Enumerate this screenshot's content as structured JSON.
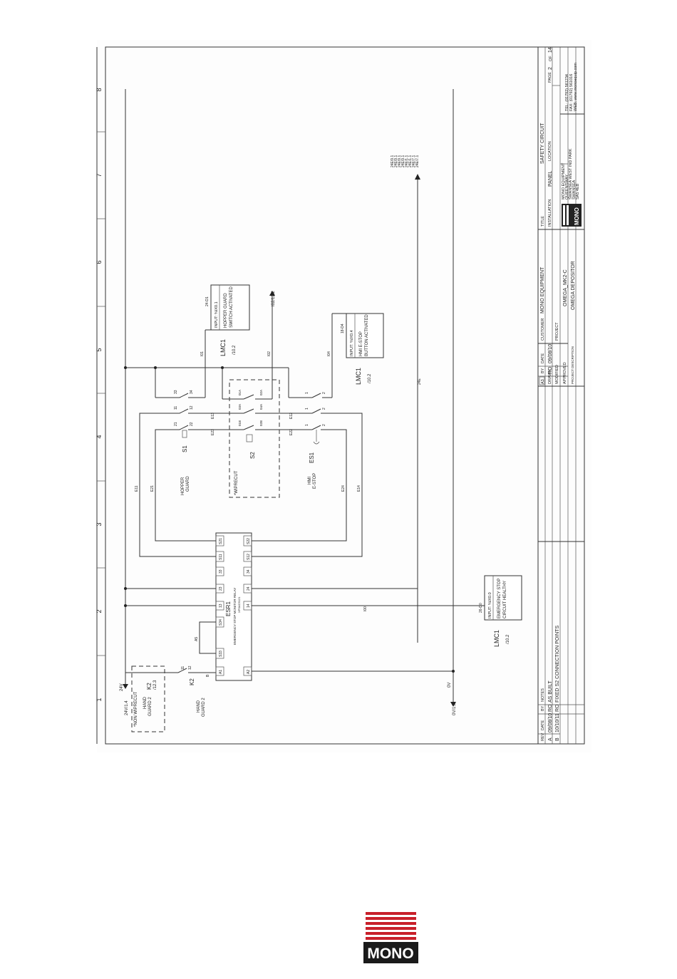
{
  "sheet": {
    "zone_numbers": [
      "1",
      "2",
      "3",
      "4",
      "5",
      "6",
      "7",
      "8"
    ],
    "title_block": {
      "hdr_rev": "REV",
      "hdr_date": "DATE",
      "hdr_by": "BY",
      "hdr_notes": "NOTES",
      "rows": [
        {
          "rev": "A",
          "date": "09/08/10",
          "by": "RO",
          "note": "AS BUILT"
        },
        {
          "rev": "B",
          "date": "10/10/11",
          "by": "RO",
          "note": "FIXED S2 CONNECTION POINTS"
        }
      ],
      "size_label": "A3",
      "lbl_by": "BY",
      "lbl_date": "DATE",
      "lbl_drawn": "DRAWN",
      "drawn_by": "RO",
      "drawn_date": "09/08/10",
      "lbl_modified": "MODIFIED",
      "lbl_approved": "APPROVED",
      "lbl_project_description": "PROJECT DESCRIPTION",
      "lbl_customer": "CUSTOMER",
      "customer": "MONO EQUIPMENT",
      "lbl_project": "PROJECT",
      "project": "OMEGA_MK2-C",
      "project_description": "OMEGA DEPOSITOR",
      "lbl_title": "TITLE",
      "title": "SAFETY CIRCUIT",
      "lbl_installation": "INSTALLATION",
      "installation": "PANEL",
      "lbl_location": "LOCATION",
      "lbl_page": "PAGE",
      "page": "2",
      "page_of": "OF",
      "page_total": "14",
      "address": [
        "MONO EQUIPMENT",
        "QUEENSWAY",
        "SWANSEA WEST IND PARK",
        "SWANSEA",
        "SA5 4EB"
      ],
      "tel": "TEL: (01792) 561234",
      "fax": "FAX: (01792) 561016",
      "web": "WEB: www.monoequip.com",
      "logo_text": "MONO"
    }
  },
  "schematic": {
    "ref_24v": "24V/1.4",
    "ref_0v": "0V/1.5",
    "lbl_24v": "24V",
    "lbl_0v": "0V",
    "hand_guard_box": {
      "title": "*NON WIPRECUT",
      "line1": "HAND",
      "line2": "GUARD 2"
    },
    "k2_ref": "K2",
    "k2_sheet": "/12.3",
    "k2_contact_ref": "K2",
    "k2_pin_a": "11",
    "k2_pin_b": "12",
    "hand_guard_label_1": "HAND",
    "hand_guard_label_2": "GUARD 2",
    "wire_ids": {
      "w1": "B",
      "w2": "A5",
      "w3": "E11",
      "w4": "E21",
      "w5": "E13",
      "w6": "E23",
      "w7": "E12",
      "w8": "E22",
      "w9": "E14",
      "w10": "E24",
      "w11": "I01",
      "w12": "I02",
      "w13": "I04",
      "w14": "I00",
      "w15": "24E"
    },
    "relay": {
      "ref": "ESR1",
      "desc": "EMERGENCY STOP MONITOR RELAY",
      "model": "XPSAC5121",
      "pins_top": [
        "A1",
        "S33",
        "S34",
        "13",
        "23",
        "33",
        "S11",
        "S21"
      ],
      "pins_bottom": [
        "A2",
        "14",
        "24",
        "34",
        "S12",
        "S22"
      ]
    },
    "s1": {
      "ref": "S1",
      "label_1": "HOPPER",
      "label_2": "GUARD",
      "pins": [
        "21",
        "22",
        "11",
        "12",
        "33",
        "34"
      ]
    },
    "s2": {
      "ref": "S2",
      "label_1": "*WIPRECUT",
      "pins": [
        "01A",
        "02A",
        "03A",
        "04A",
        "01B",
        "02B",
        "03B",
        "04B"
      ]
    },
    "es1": {
      "ref": "ES1",
      "label_1": "HMI",
      "label_2": "E-STOP",
      "pins": [
        "1",
        "2",
        "1",
        "2",
        "1",
        "2"
      ]
    },
    "lmc_hopper": {
      "ref": "LMC1",
      "sheet": "/10.2",
      "addr": "24-D1",
      "line1": "INPUT:  %IX0.1",
      "line2": "HOPPER GUARD",
      "line3": "SWITCH ACTIVATED"
    },
    "lmc_estop": {
      "ref": "LMC1",
      "sheet": "/10.2",
      "addr": "18-D4",
      "line1": "INPUT:  %IX0.4",
      "line2": "HMI E-STOP",
      "line3": "BUTTON ACTIVATED"
    },
    "lmc_healthy": {
      "ref": "LMC1",
      "sheet": "/10.2",
      "addr": "26-D0",
      "line1": "INPUT:  %IX0.0",
      "line2": "EMERGENCY STOP",
      "line3": "CIRCUIT HEALTHY"
    },
    "ref_i02": "I02/12.2",
    "refs_24e": [
      "24E/9.1",
      "24E/9.1",
      "24E/9.1",
      "24E/9.1",
      "24E/1.1",
      "24E/1.1",
      "24E/7.1",
      "24E/7.1"
    ]
  },
  "footer": {
    "logo_text": "MONO",
    "brand_color": "#c8202a"
  }
}
